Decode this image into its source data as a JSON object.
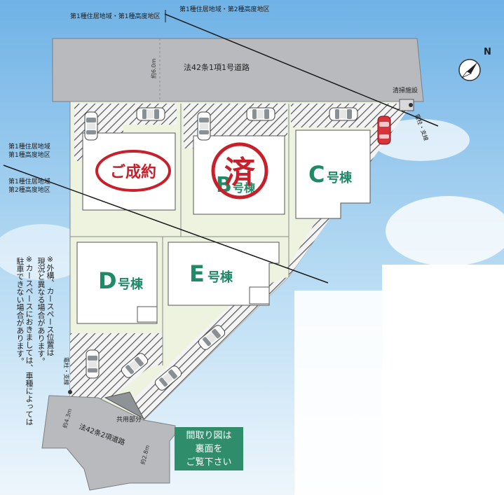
{
  "zoning": {
    "top_left": "第1種住居地域・第1種高度地区",
    "top_right": "第1種住居地域・第2種高度地区",
    "left_upper_line1": "第1種住居地域",
    "left_upper_line2": "第1種高度地区",
    "left_lower_line1": "第1種住居地域",
    "left_lower_line2": "第2種高度地区"
  },
  "roads": {
    "main_label": "法42条1項1号道路",
    "main_width": "約6.0m",
    "secondary_label": "法42条2項道路",
    "secondary_width_a": "約4.3m",
    "secondary_width_b": "約2.8m"
  },
  "facilities": {
    "cleaning": "清掃施設",
    "pole_right": "電柱・支線",
    "pole_left": "電柱・支線",
    "shared": "共用部分"
  },
  "compass": {
    "north": "N"
  },
  "lots": {
    "a": {
      "badge": "ご成約"
    },
    "b": {
      "letter": "B",
      "suffix": "号棟",
      "stamp": "済"
    },
    "c": {
      "letter": "C",
      "suffix": "号棟"
    },
    "d": {
      "letter": "D",
      "suffix": "号棟"
    },
    "e": {
      "letter": "E",
      "suffix": "号棟"
    }
  },
  "notes": {
    "note1": "※外構、カースペース位置は\n 現況と異なる場合があります。",
    "note2": "※カースペースにおきましては、車種によっては\n 駐車できない場合があります。"
  },
  "notice": {
    "line1": "間取り図は",
    "line2": "裏面を",
    "line3": "ご覧下さい"
  },
  "colors": {
    "road": "#b7b9bc",
    "lot": "#eef3df",
    "green": "#1f8a64",
    "red": "#c8202a",
    "sky": "#8cc4ec"
  }
}
